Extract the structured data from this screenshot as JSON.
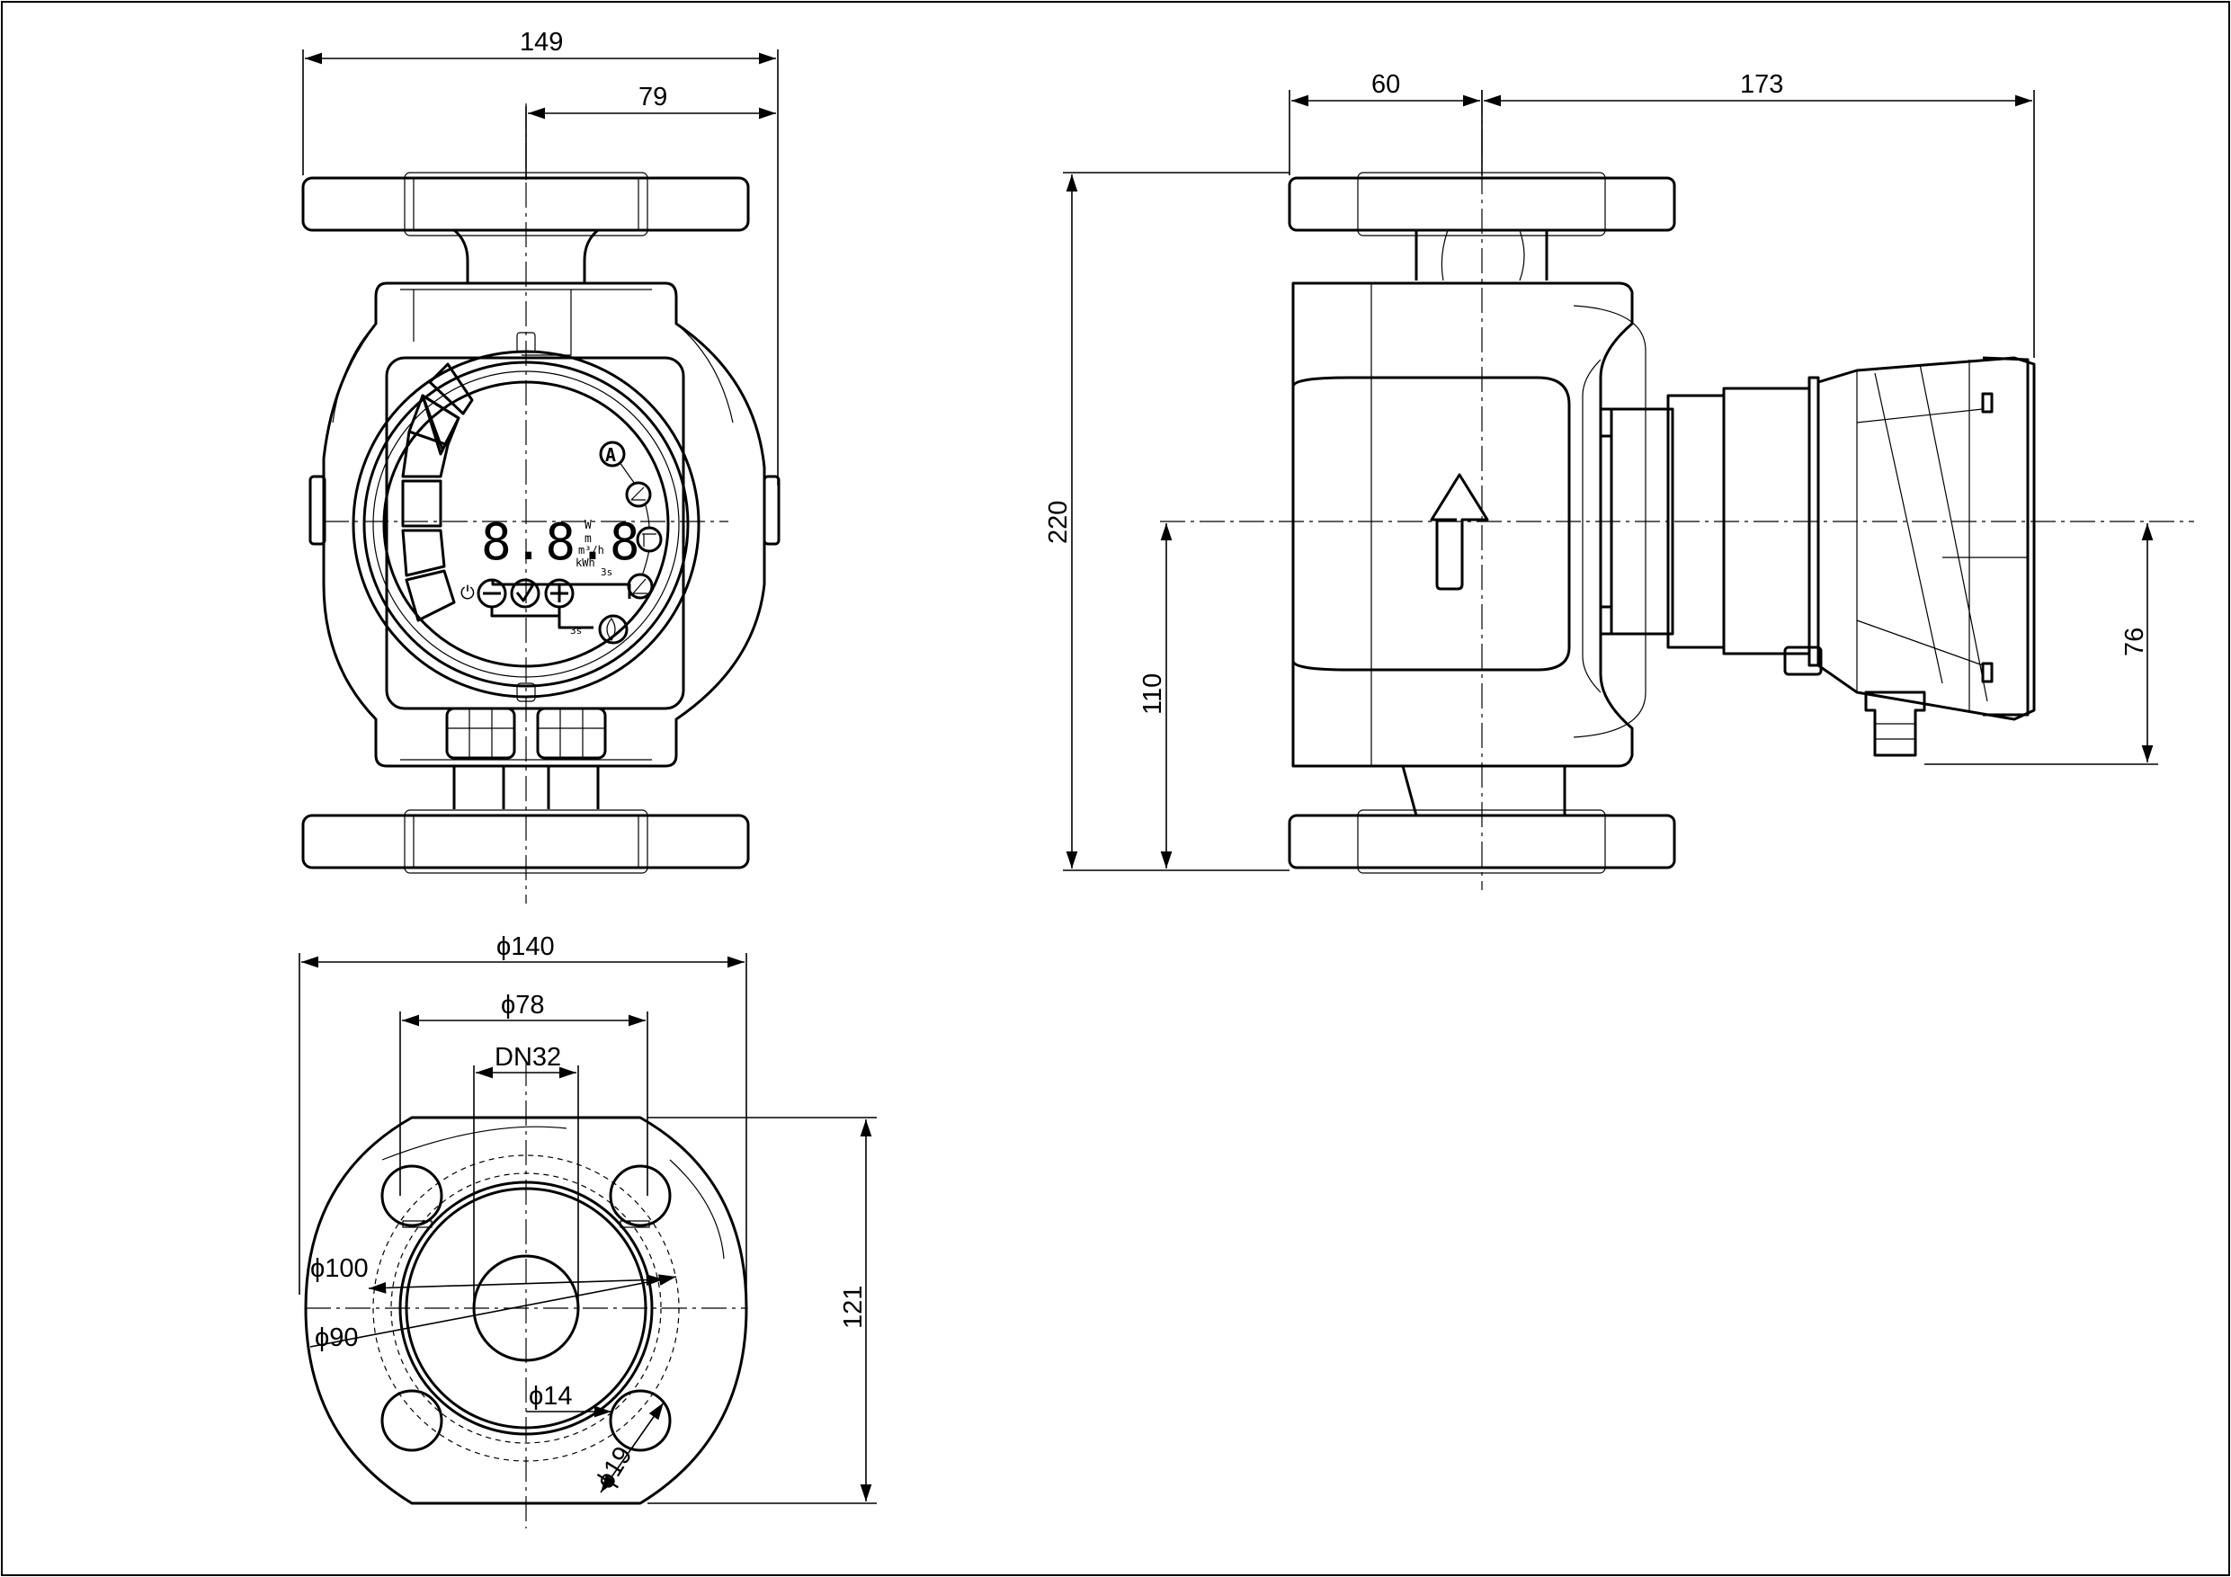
{
  "front_view": {
    "overall_width": "149",
    "axis_offset": "79",
    "display": {
      "segments": "8.8.8",
      "unit_w": "W",
      "unit_m": "m",
      "unit_m3h": "m³/h",
      "unit_kwh": "kWh",
      "mode_a": "A",
      "timer_3s": "3s",
      "timer_3s_b": "3s"
    }
  },
  "side_view": {
    "flange_to_axis": "60",
    "axis_to_motor_end": "173",
    "overall_height": "220",
    "axis_height": "110",
    "box_axis_offset": "76"
  },
  "flange_view": {
    "outer_diameter": "ϕ140",
    "bolt_pitch_diameter": "ϕ78",
    "nominal_size": "DN32",
    "raised_face_diameter": "ϕ100",
    "face_diameter": "ϕ90",
    "bolt_hole_diameter": "ϕ14",
    "slot_width": "ϕ19",
    "flange_height": "121"
  }
}
